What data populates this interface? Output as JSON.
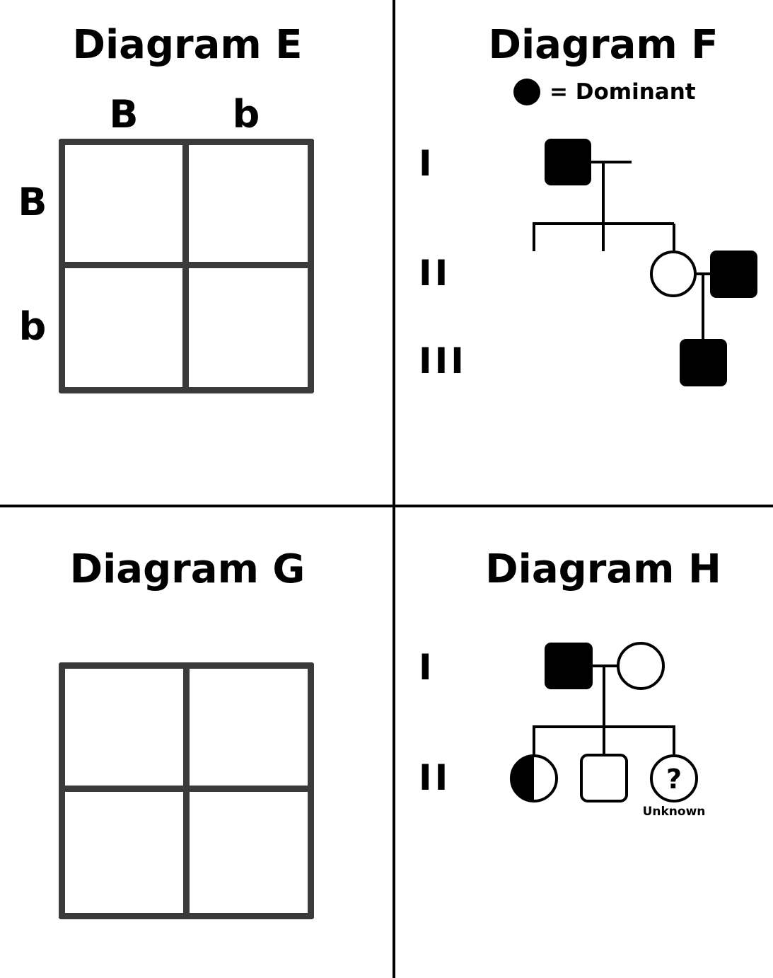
{
  "diagram_e": {
    "title": "Diagram E",
    "col_labels": [
      "B",
      "b"
    ],
    "row_labels": [
      "B",
      "b"
    ]
  },
  "diagram_f": {
    "title": "Diagram F",
    "legend_text": "= Dominant",
    "generations": [
      "I",
      "II",
      "III"
    ]
  },
  "diagram_g": {
    "title": "Diagram G"
  },
  "diagram_h": {
    "title": "Diagram H",
    "generations": [
      "I",
      "II"
    ],
    "question_mark": "?",
    "unknown_label": "Unknown"
  },
  "colors": {
    "line": "#000000",
    "grid": "#3a3a3a",
    "fill": "#000000",
    "background": "#ffffff"
  }
}
